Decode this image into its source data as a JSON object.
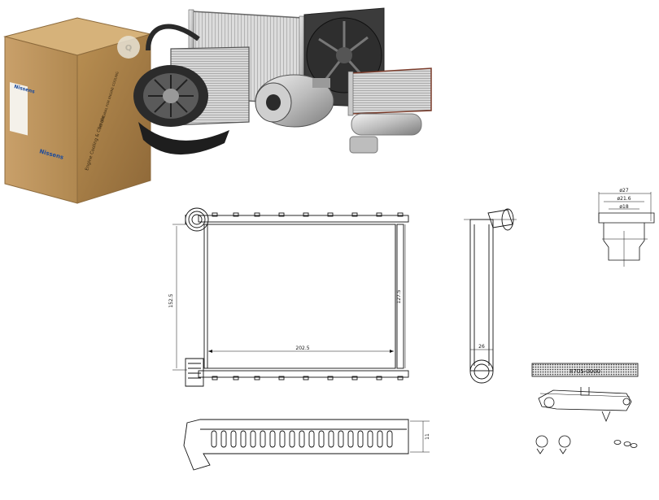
{
  "product_collage": {
    "box_brand": "Nissens",
    "box_slogan": "Engine Cooling & Climate",
    "box_tagline": "THE ORIGINAL FOR ENGINE COOLING"
  },
  "drawing": {
    "front_width": "202.5",
    "front_height": "152.5",
    "core_height": "127.5",
    "depth": "26",
    "pipe_outer_diameter": "ø27",
    "pipe_mid_diameter": "ø21.6",
    "pipe_inner_diameter": "ø18",
    "bottom_height": "11",
    "seal_label": "8705-0000"
  }
}
